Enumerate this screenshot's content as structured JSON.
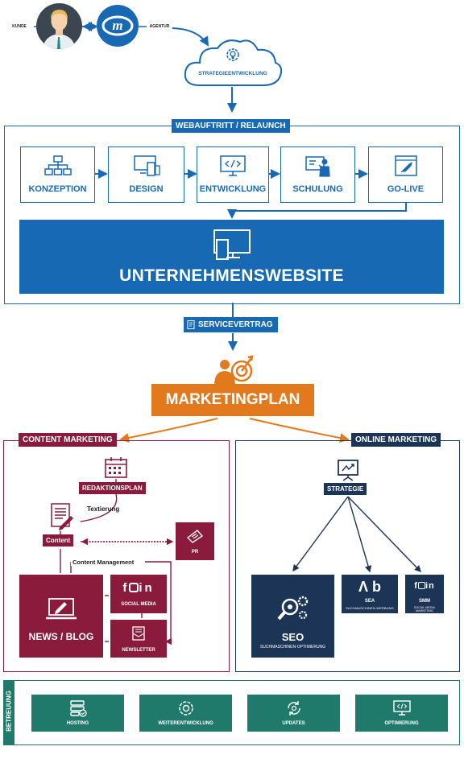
{
  "top": {
    "kunde": "KUNDE",
    "agentur": "AGENTUR",
    "strategie_cloud": "STRATEGIEENTWICKLUNG"
  },
  "web": {
    "header": "WEBAUFTRITT / RELAUNCH",
    "steps": [
      "KONZEPTION",
      "DESIGN",
      "ENTWICKLUNG",
      "SCHULUNG",
      "GO-LIVE"
    ],
    "website": "UNTERNEHMENSWEBSITE"
  },
  "service": "SERVICEVERTRAG",
  "marketingplan": "MARKETINGPLAN",
  "content": {
    "header": "CONTENT MARKETING",
    "redaktionsplan": "REDAKTIONSPLAN",
    "texterstellung": "Textierung",
    "content": "Content",
    "pr": "PR",
    "management": "Content Management",
    "social": "SOCIAL MEDIA",
    "newsletter": "NEWSLETTER",
    "news": "NEWS / BLOG"
  },
  "online": {
    "header": "ONLINE MARKETING",
    "strategie": "STRATEGIE",
    "seo": "SEO",
    "seo_sub": "SUCHMASCHINEN-OPTIMIERUNG",
    "sea": "SEA",
    "sea_sub": "SUCHMASCHINEN-WERBUNG",
    "smm": "SMM",
    "smm_sub": "SOCIAL MEDIA MARKETING"
  },
  "betreuung": {
    "label": "BETREUUNG",
    "items": [
      "HOSTING",
      "WEITERENTWICKLUNG",
      "UPDATES",
      "OPTIMIERUNG"
    ]
  },
  "colors": {
    "blue": "#1769b4",
    "navy": "#1c3557",
    "wine": "#8a1b3d",
    "teal": "#1f7a6c",
    "orange": "#e27a1d"
  }
}
